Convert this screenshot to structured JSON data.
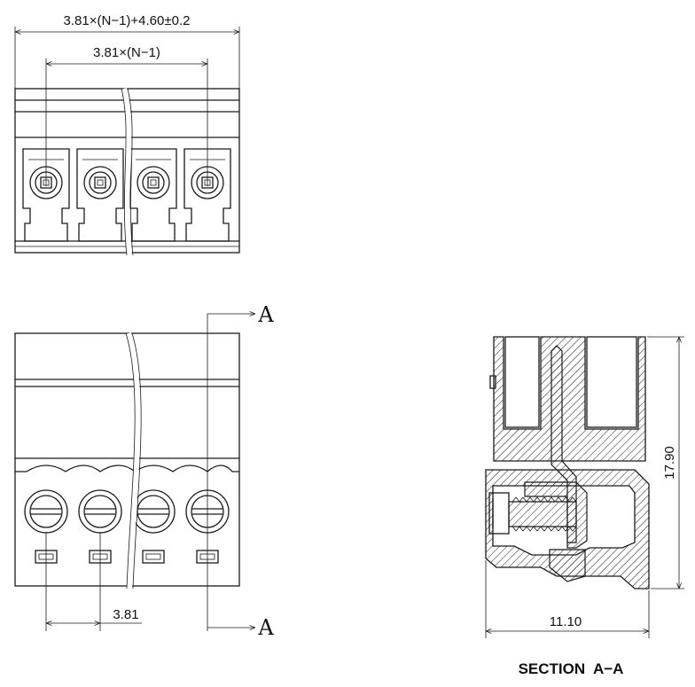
{
  "top_view": {
    "overall_dim": "3.81×(N−1)+4.60±0.2",
    "pitch_span_dim": "3.81×(N−1)"
  },
  "front_view": {
    "pitch_dim": "3.81",
    "section_mark_top": "A",
    "section_mark_bottom": "A"
  },
  "section_view": {
    "height_dim": "17.90",
    "depth_dim": "11.10",
    "caption": "SECTION  A−A"
  }
}
